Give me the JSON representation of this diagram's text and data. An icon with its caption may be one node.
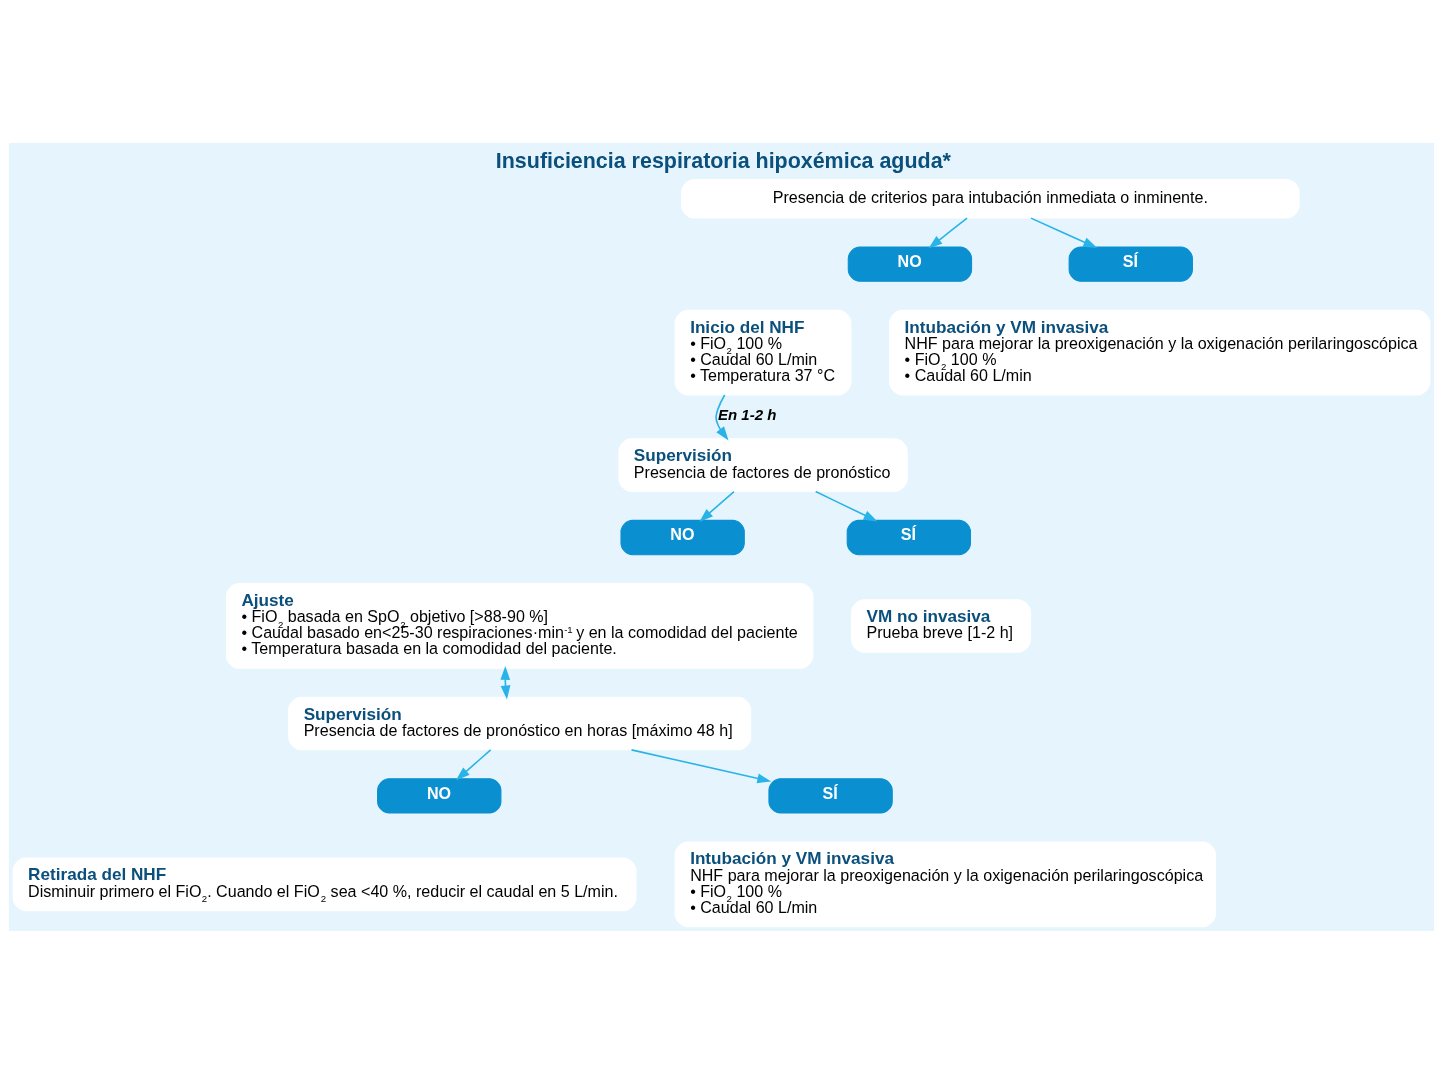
{
  "diagram": {
    "title": "Insuficiencia respiratoria hipoxémica aguda*",
    "nodes": [
      {
        "text": [
          "Presencia de criterios para intubación inmediata o inminente."
        ]
      },
      {
        "text": [
          "NO"
        ]
      },
      {
        "text": [
          "SÍ"
        ]
      },
      {
        "text": [
          "Inicio del NHF",
          "• FiO$_{2}$ 100 %",
          "• Caudal 60 L/min",
          "• Temperatura 37 °C"
        ]
      },
      {
        "text": [
          "Intubación y VM invasiva",
          "NHF para mejorar la preoxigenación y la oxigenación perilaringoscópica",
          "• FiO$_{2}$ 100 %",
          "• Caudal 60 L/min"
        ]
      },
      {
        "text": [
          "Supervisión",
          "Presencia de factores de pronóstico"
        ]
      },
      {
        "text": [
          "NO"
        ]
      },
      {
        "text": [
          "SÍ"
        ]
      },
      {
        "text": [
          "Ajuste",
          "• FiO$_{2}$ basada en SpO$_{2}$ objetivo [>88-90 %]",
          "• Caudal basado en<25-30 respiraciones·min$^{-1}$ y en la comodidad del paciente",
          "• Temperatura basada en la comodidad del paciente."
        ]
      },
      {
        "text": [
          "VM no invasiva",
          "Prueba breve [1-2 h]"
        ]
      },
      {
        "text": [
          "Supervisión",
          "Presencia de factores de pronóstico en horas [máximo 48 h]"
        ]
      },
      {
        "text": [
          "NO"
        ]
      },
      {
        "text": [
          "SÍ"
        ]
      },
      {
        "text": [
          "Retirada del NHF",
          "Disminuir primero el FiO$_{2}$. Cuando el FiO$_{2}$ sea <40 %, reducir el caudal en 5 L/min."
        ]
      },
      {
        "text": [
          "Intubación y VM invasiva",
          "NHF para mejorar la preoxigenación y la oxigenación perilaringoscópica",
          "• FiO$_{2}$ 100 %",
          "• Caudal 60 L/min"
        ]
      }
    ],
    "edges": [
      {
        "from": 0,
        "to": 1,
        "arrow": "to"
      },
      {
        "from": 0,
        "to": 2,
        "arrow": "to"
      },
      {
        "from": 3,
        "to": 5,
        "arrow": "to",
        "label": "En 1-2 h"
      },
      {
        "from": 5,
        "to": 6,
        "arrow": "to"
      },
      {
        "from": 5,
        "to": 7,
        "arrow": "to"
      },
      {
        "from": 8,
        "to": 10,
        "arrow": "both"
      },
      {
        "from": 10,
        "to": 11,
        "arrow": "to"
      },
      {
        "from": 10,
        "to": 12,
        "arrow": "to"
      }
    ]
  }
}
